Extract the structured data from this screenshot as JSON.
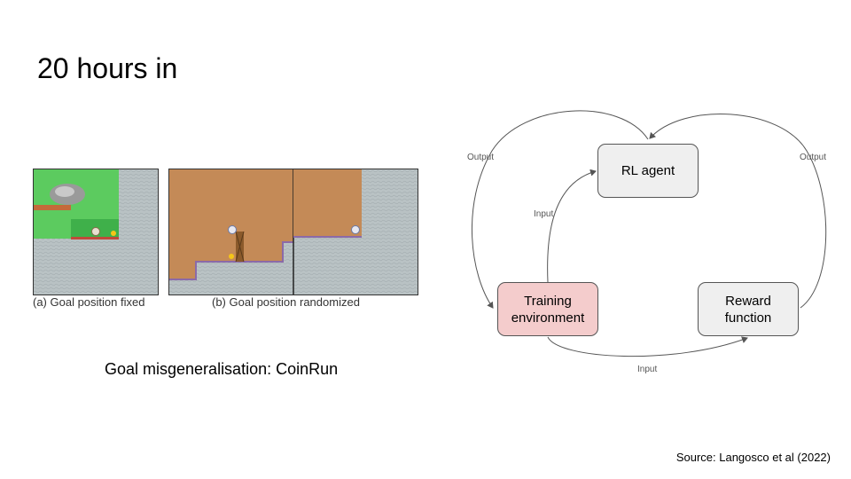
{
  "slide": {
    "title": "20 hours in",
    "caption": "Goal misgeneralisation: CoinRun",
    "source": "Source: Langosco et al (2022)"
  },
  "figure": {
    "caption_a": "(a) Goal position fixed",
    "caption_b": "(b) Goal position randomized",
    "colors": {
      "sky_green": "#5ccb5f",
      "dirt": "#c48a57",
      "water": "#b9c2c4",
      "coin": "#f5c518"
    }
  },
  "diagram": {
    "nodes": {
      "agent": "RL agent",
      "env_line1": "Training",
      "env_line2": "environment",
      "reward_line1": "Reward",
      "reward_line2": "function"
    },
    "edges": {
      "output_left": "Output",
      "output_right": "Output",
      "input_agent": "Input",
      "input_reward": "Input"
    },
    "colors": {
      "node_fill": "#efefef",
      "env_fill": "#f4cccc",
      "arrow": "#555555"
    }
  }
}
